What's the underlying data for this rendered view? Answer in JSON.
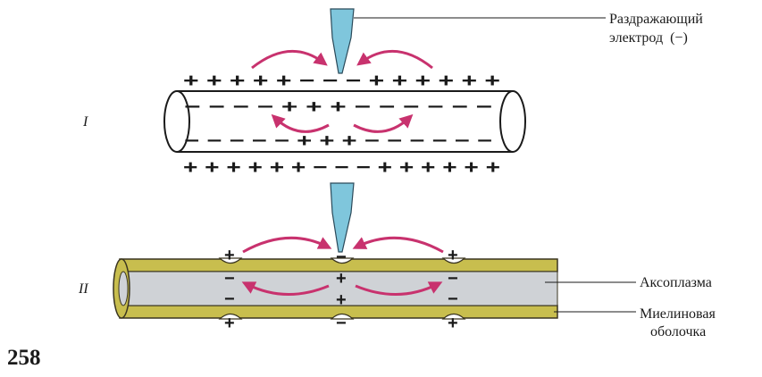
{
  "labels": {
    "electrode_line1": "Раздражающий",
    "electrode_line2": "электрод  (−)",
    "axoplasm": "Аксоплазма",
    "myelin_line1": "Миелиновая",
    "myelin_line2": "оболочка",
    "fig_one": "I",
    "fig_two": "II",
    "page_number": "258"
  },
  "charges": {
    "top_outer": "+ + + + + − − − + + + + + +",
    "top_inner": "− − − − + + + − − − − − −",
    "bottom_inner": "− − − − − + + + − − − − − −",
    "bottom_outer": "+ + + + + + − − − + + + + + +",
    "plus": "+",
    "minus": "−"
  },
  "colors": {
    "electrode": "#7fc6dc",
    "arrow": "#c8326e",
    "myelin": "#c8be4e",
    "axoplasm": "#cfd2d6",
    "ink": "#1a1a1a"
  }
}
